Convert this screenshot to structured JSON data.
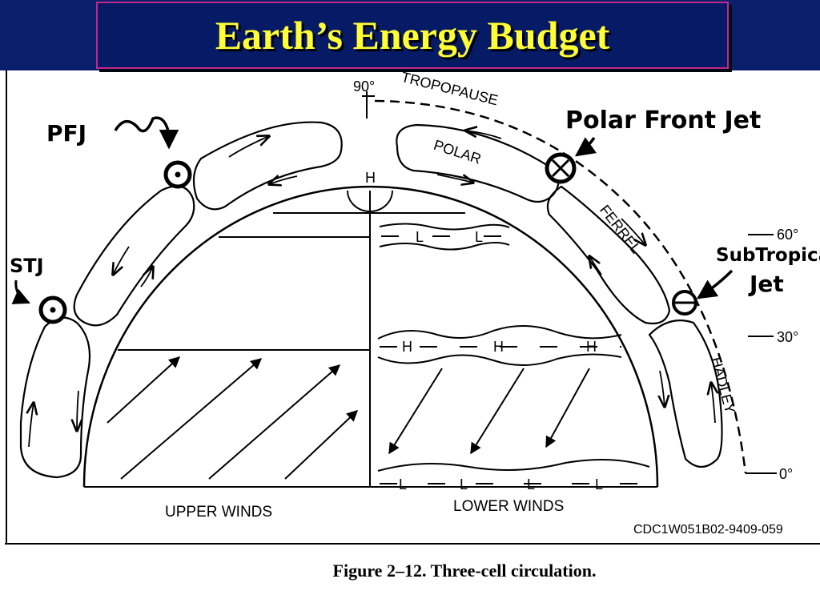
{
  "slide": {
    "title": "Earth’s Energy Budget",
    "caption": "Figure 2–12. Three-cell circulation."
  },
  "diagram": {
    "lat_top": "90°",
    "tropopause": "TROPOPAUSE",
    "lat_60": "60°",
    "lat_30": "30°",
    "lat_0": "0°",
    "cells": {
      "polar": "POLAR",
      "ferrel": "FERREL",
      "hadley": "HADLEY"
    },
    "pole_high": "H",
    "low_60": "L",
    "high_30": "H",
    "low_eq": "L",
    "upper_winds": "UPPER WINDS",
    "lower_winds": "LOWER WINDS",
    "code": "CDC1W051B02-9409-059",
    "annot_pfj": "PFJ",
    "annot_stj": "STJ",
    "annot_polar_front_jet": "Polar Front Jet",
    "annot_subtropical_1": "SubTropical",
    "annot_subtropical_2": "Jet"
  },
  "colors": {
    "header_bg": "#0a1f6b",
    "title_text": "#ffff33",
    "title_border": "#c2278e"
  }
}
